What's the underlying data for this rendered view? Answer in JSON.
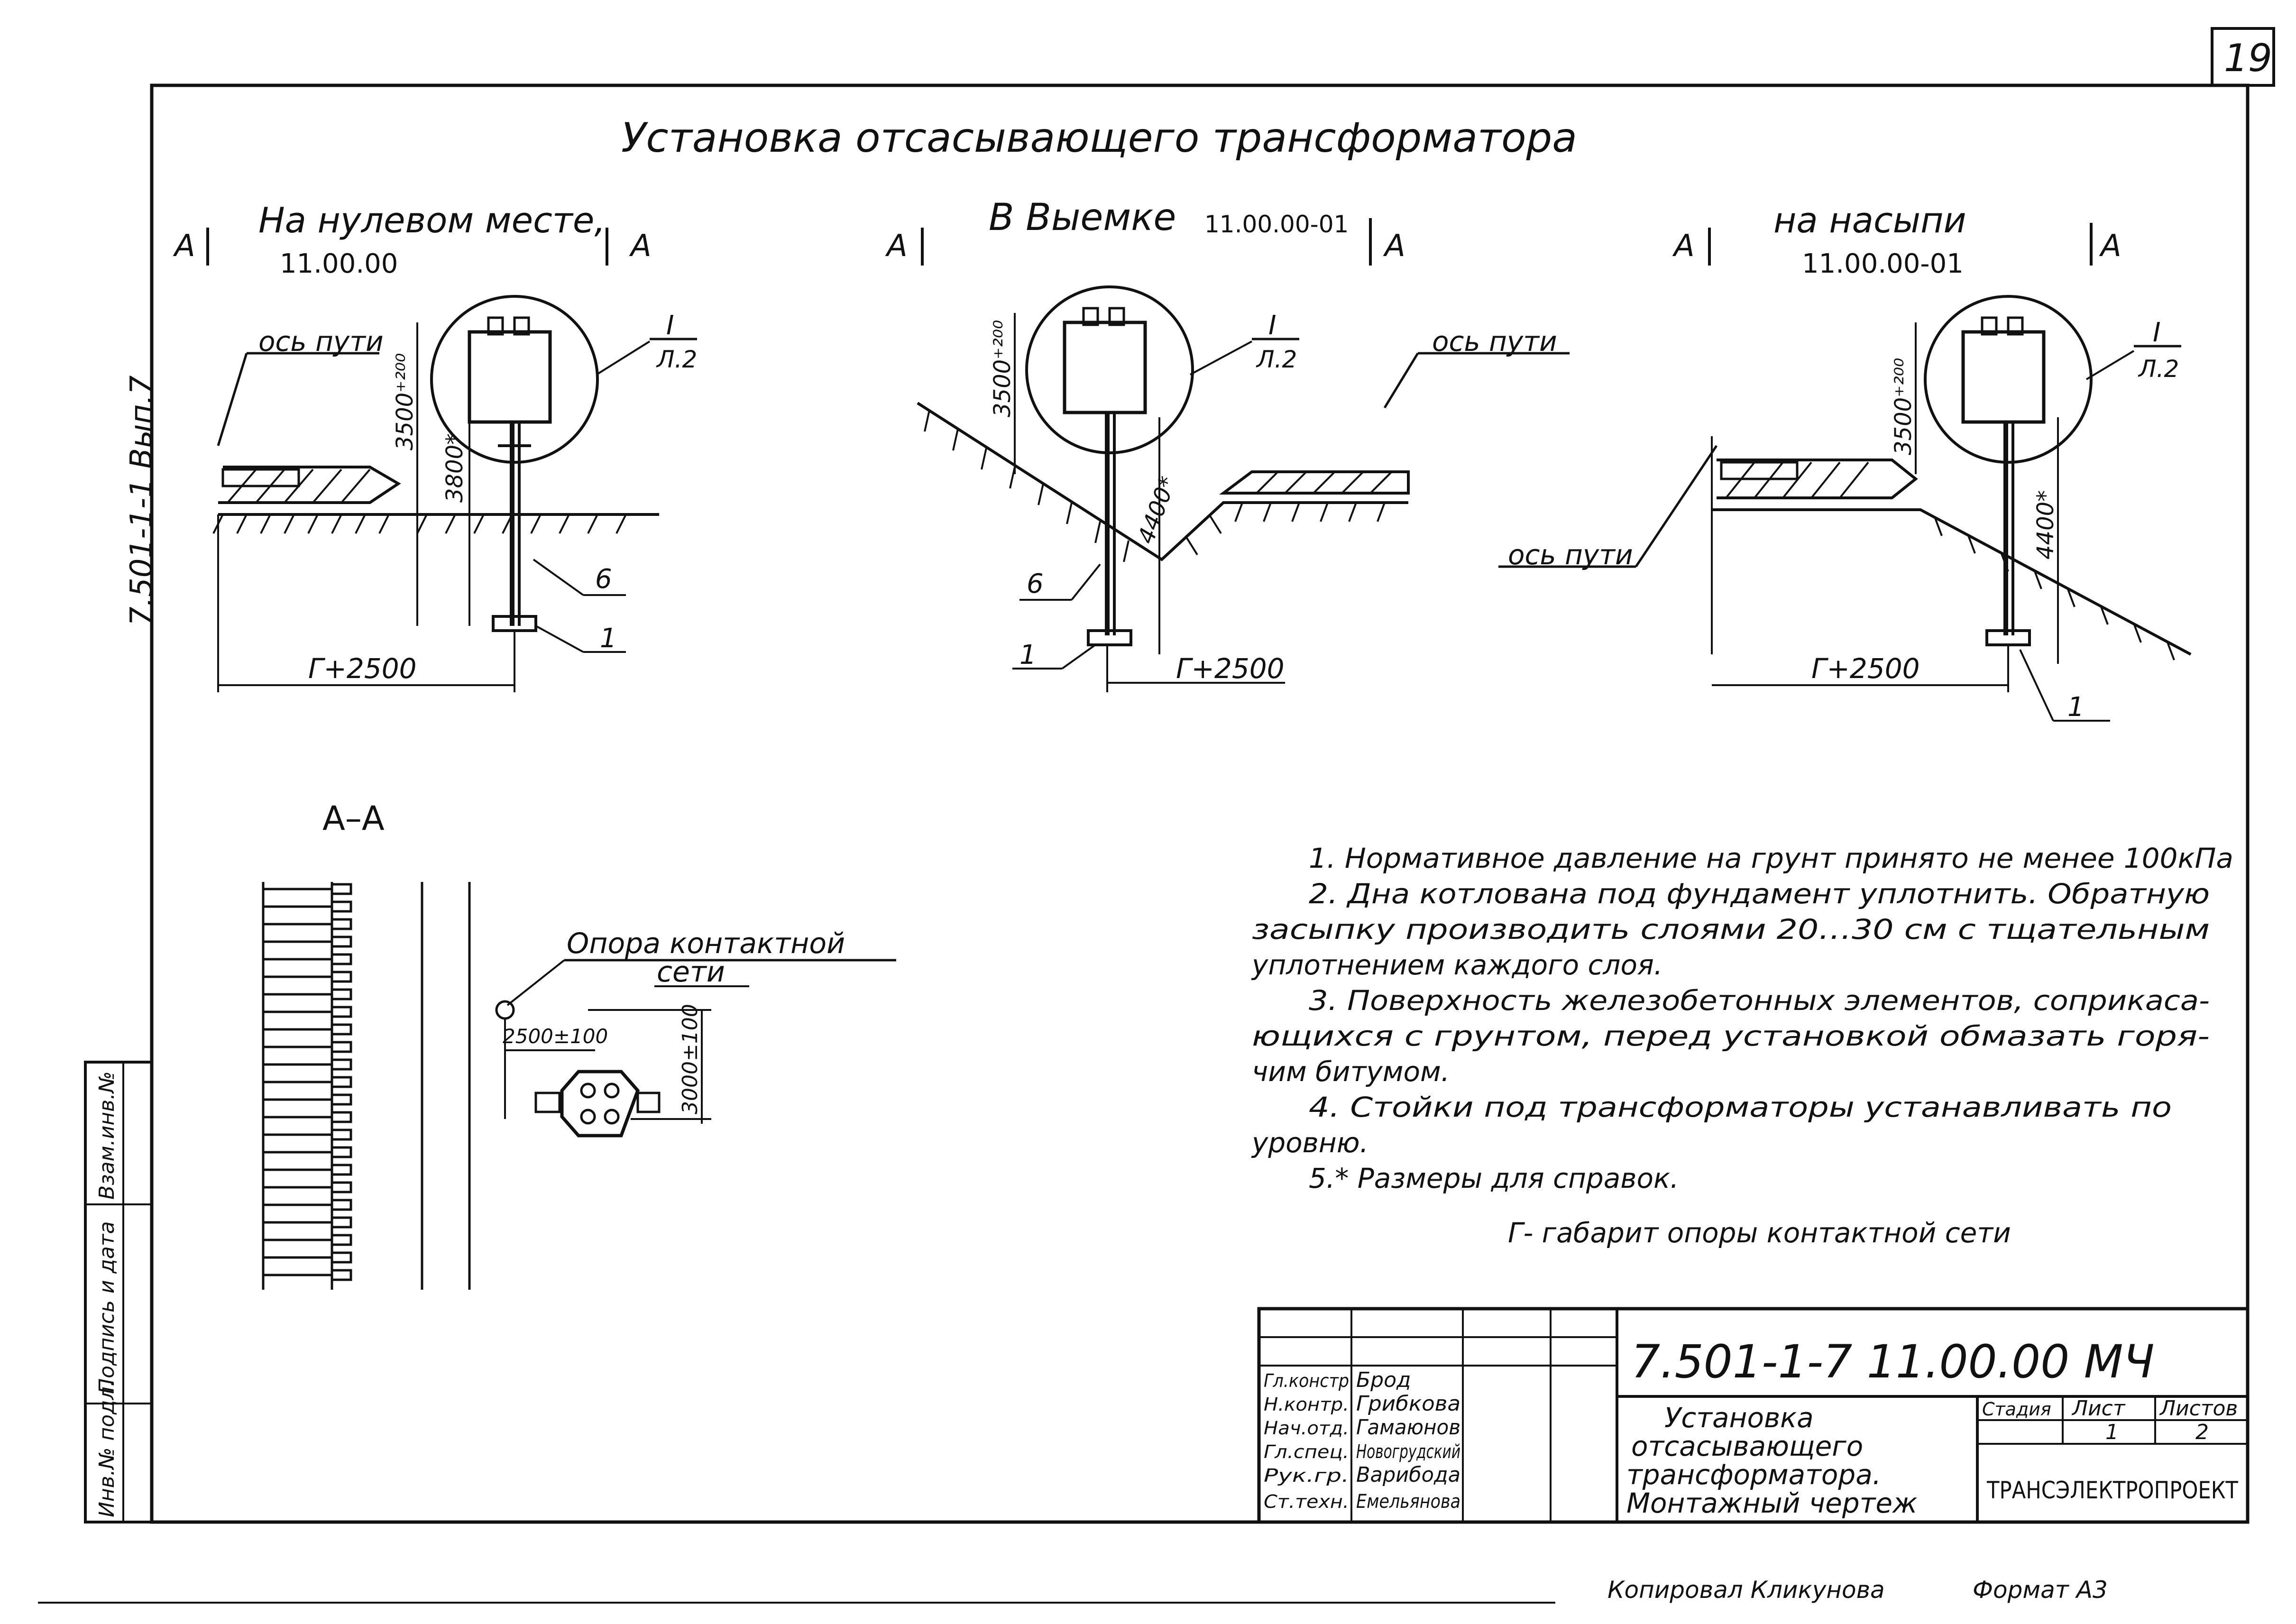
{
  "sheet_number": "19",
  "title": "Установка отсасывающего трансформатора",
  "side_text": "7.501-1-1  Вып.7",
  "variants": [
    {
      "label": "На нулевом месте,",
      "code": "11.00.00"
    },
    {
      "label": "В Выемке",
      "code": "11.00.00-01"
    },
    {
      "label": "на насыпи",
      "code": "11.00.00-01"
    }
  ],
  "section_mark": "А",
  "section_title": "А–А",
  "axis_label": "ось пути",
  "callout_mark": "I",
  "callout_sheet": "Л.2",
  "dims": {
    "h_3500": "3500⁺²⁰⁰",
    "h_3800": "3800*",
    "h_4400": "4400*",
    "g_2500": "Г+2500",
    "g_2500_mid": "Г+2500",
    "plan_2500": "2500±100",
    "plan_3000": "3000±100"
  },
  "positions": {
    "p1": "1",
    "p6": "6"
  },
  "support_label_1": "Опора контактной",
  "support_label_2": "сети",
  "notes": [
    "1. Нормативное давление на грунт принято не менее 100кПа",
    "2. Дна котлована под фундамент уплотнить. Обратную",
    "засыпку производить слоями 20…30 см с тщательным",
    "уплотнением каждого слоя.",
    "3. Поверхность железобетонных элементов, соприкаса-",
    "ющихся с грунтом, перед установкой обмазать горя-",
    "чим битумом.",
    "4. Стойки под трансформаторы устанавливать по",
    "уровню.",
    "5.* Размеры для справок.",
    "Г- габарит опоры контактной сети"
  ],
  "title_block": {
    "doc_code": "7.501-1-7    11.00.00 МЧ",
    "rows": [
      {
        "role": "Гл.констр",
        "name": "Брод"
      },
      {
        "role": "Н.контр.",
        "name": "Грибкова"
      },
      {
        "role": "Нач.отд.",
        "name": "Гамаюнов"
      },
      {
        "role": "Гл.спец.",
        "name": "Новогрудский"
      },
      {
        "role": "Рук.гр.",
        "name": "Варибода"
      },
      {
        "role": "Ст.техн.",
        "name": "Емельянова"
      }
    ],
    "desc": [
      "Установка",
      "отсасывающего",
      "трансформатора.",
      "Монтажный чертеж"
    ],
    "stage_header": "Стадия",
    "sheet_header": "Лист",
    "sheets_header": "Листов",
    "sheet_value": "1",
    "sheets_value": "2",
    "org": "ТРАНСЭЛЕКТРОПРОЕКТ"
  },
  "left_stamp": [
    "Инв.№ подл.",
    "Подпись и дата",
    "Взам.инв.№"
  ],
  "copied_by": "Копировал Кликунова",
  "format": "Формат А3"
}
